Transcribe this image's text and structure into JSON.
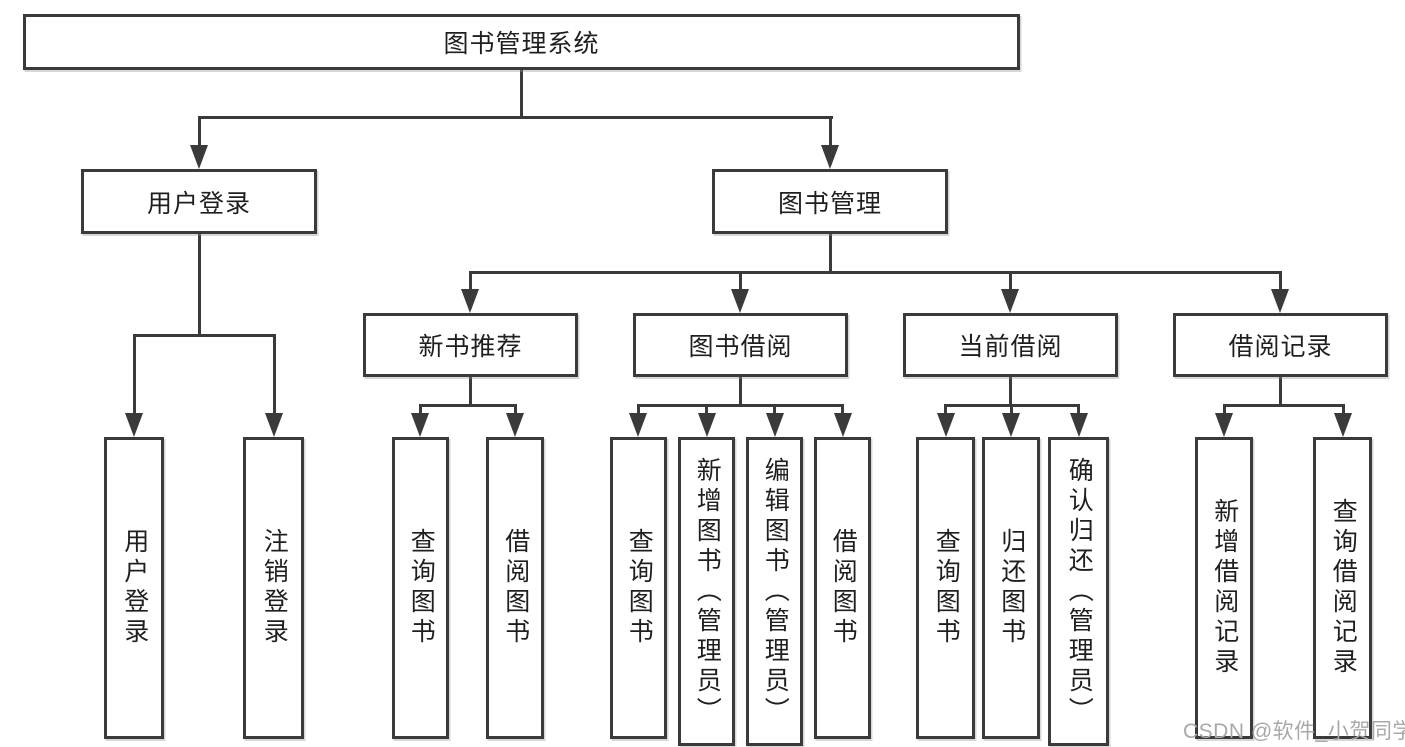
{
  "colors": {
    "line": "#3a3a3a",
    "box_bg": "#ffffff",
    "text": "#1f1f1f",
    "watermark": "#a9a9a9"
  },
  "watermark": {
    "text": "CSDN @软件_小贺同学"
  },
  "tree": {
    "label": "图书管理系统",
    "children": [
      {
        "label": "用户登录",
        "children": [
          {
            "label": "用户登录"
          },
          {
            "label": "注销登录"
          }
        ]
      },
      {
        "label": "图书管理",
        "children": [
          {
            "label": "新书推荐",
            "children": [
              {
                "label": "查询图书"
              },
              {
                "label": "借阅图书"
              }
            ]
          },
          {
            "label": "图书借阅",
            "children": [
              {
                "label": "查询图书"
              },
              {
                "label": "新增图书（管理员）"
              },
              {
                "label": "编辑图书（管理员）"
              },
              {
                "label": "借阅图书"
              }
            ]
          },
          {
            "label": "当前借阅",
            "children": [
              {
                "label": "查询图书"
              },
              {
                "label": "归还图书"
              },
              {
                "label": "确认归还（管理员）"
              }
            ]
          },
          {
            "label": "借阅记录",
            "children": [
              {
                "label": "新增借阅记录"
              },
              {
                "label": "查询借阅记录"
              }
            ]
          }
        ]
      }
    ]
  }
}
